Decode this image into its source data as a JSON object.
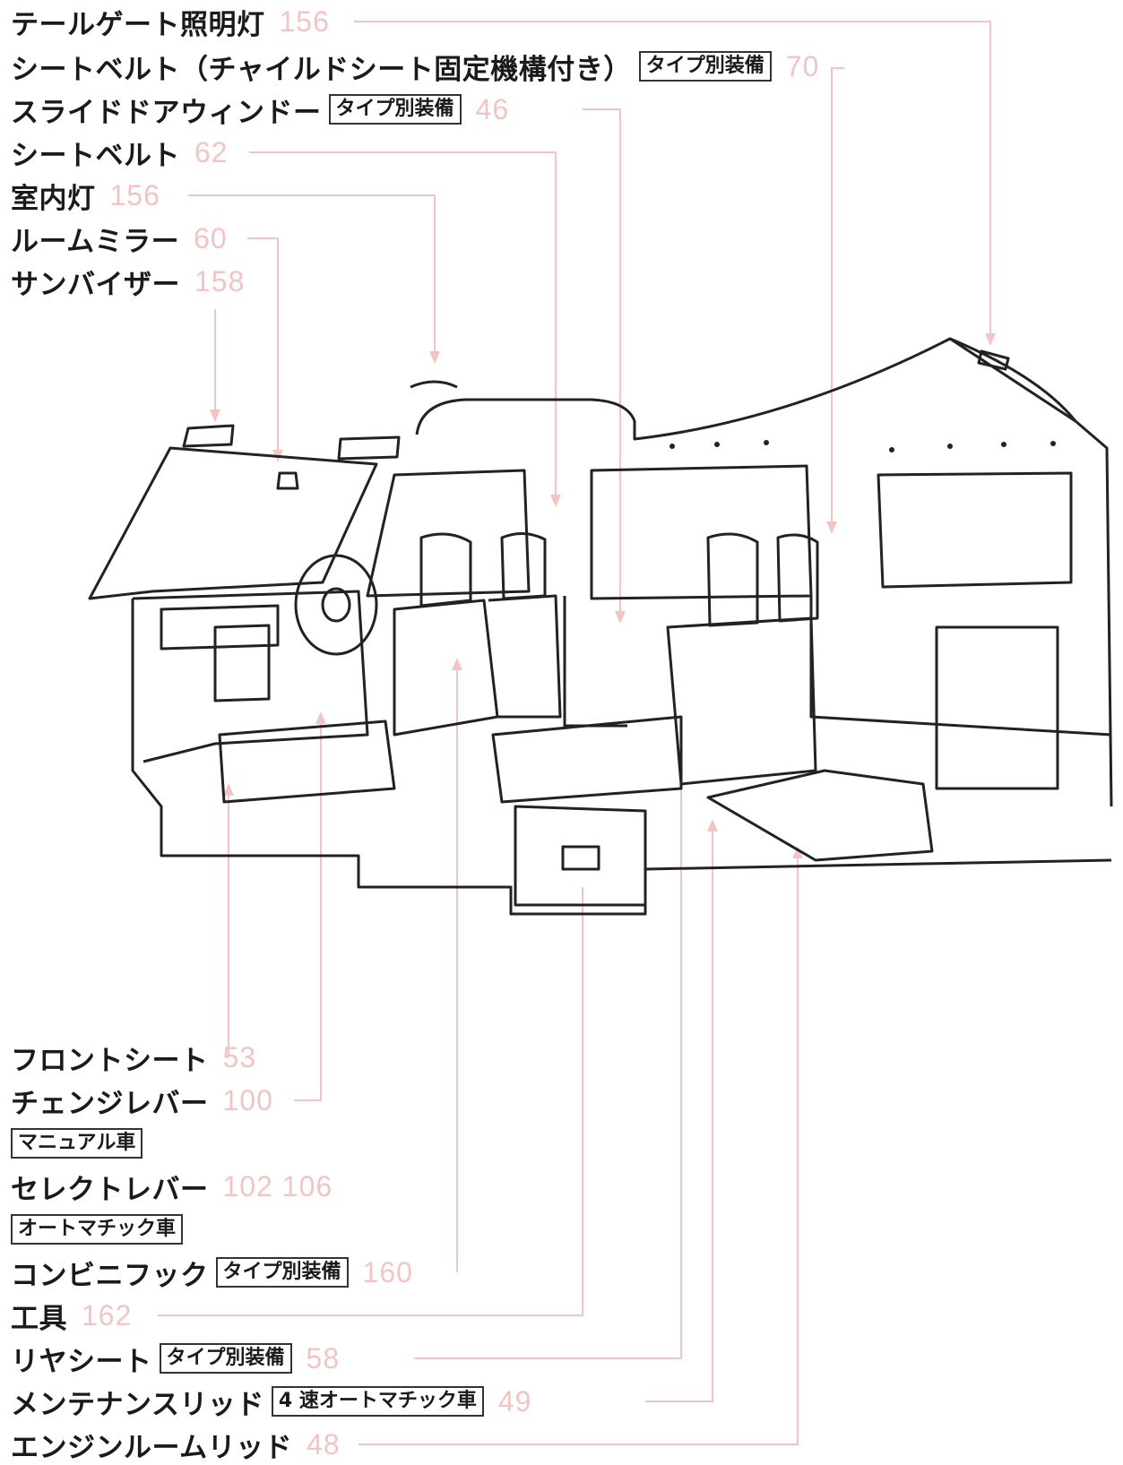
{
  "top_callouts": [
    {
      "label": "テールゲート照明灯",
      "page": "156",
      "tag": ""
    },
    {
      "label": "シートベルト（チャイルドシート固定機構付き）",
      "page": "70",
      "tag": "タイプ別装備"
    },
    {
      "label": "スライドドアウィンドー",
      "page": "46",
      "tag": "タイプ別装備"
    },
    {
      "label": "シートベルト",
      "page": "62",
      "tag": ""
    },
    {
      "label": "室内灯",
      "page": "156",
      "tag": ""
    },
    {
      "label": "ルームミラー",
      "page": "60",
      "tag": ""
    },
    {
      "label": "サンバイザー",
      "page": "158",
      "tag": ""
    }
  ],
  "bottom_callouts": {
    "front_seat": {
      "label": "フロントシート",
      "page": "53"
    },
    "change_lever": {
      "label": "チェンジレバー",
      "page": "100",
      "note": "マニュアル車"
    },
    "select_lever": {
      "label": "セレクトレバー",
      "page": "102 106",
      "note": "オートマチック車"
    },
    "combi_hook": {
      "label": "コンビニフック",
      "tag": "タイプ別装備",
      "page": "160"
    },
    "tools": {
      "label": "工具",
      "page": "162"
    },
    "rear_seat": {
      "label": "リヤシート",
      "tag": "タイプ別装備",
      "page": "58"
    },
    "maint_lid": {
      "label": "メンテナンスリッド",
      "tag": "4 速オートマチック車",
      "page": "49"
    },
    "engine_lid": {
      "label": "エンジンルームリッド",
      "page": "48"
    }
  },
  "colors": {
    "leader_line": "#f2c4c4",
    "page_number": "#f2c4c4",
    "text": "#1a1a1a"
  }
}
